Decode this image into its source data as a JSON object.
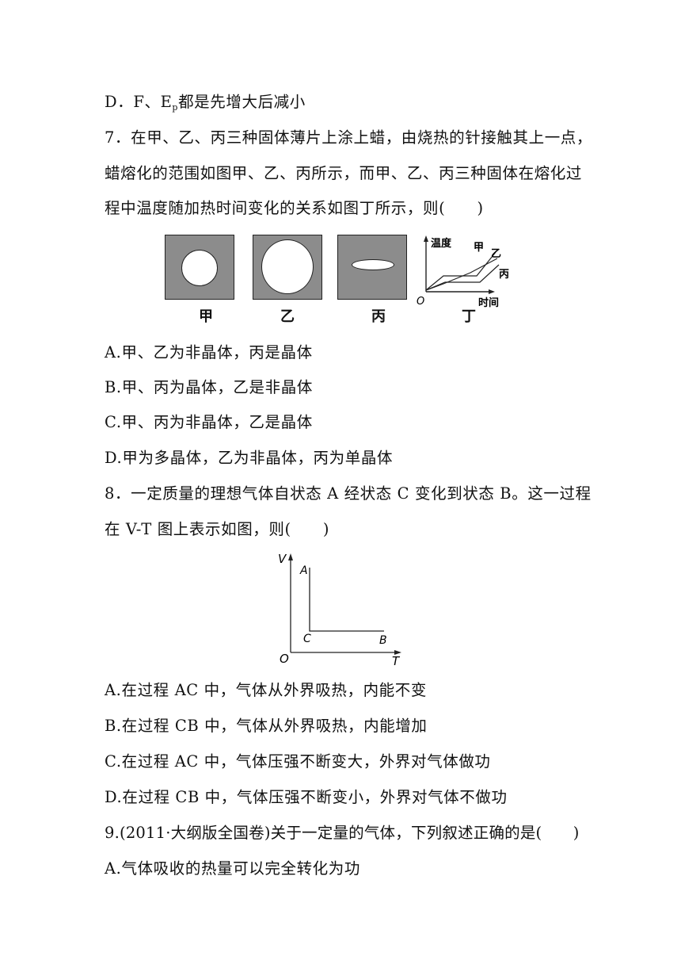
{
  "lines": {
    "d6_pre": "D．F、E",
    "d6_sub": "p",
    "d6_post": "都是先增大后减小",
    "q7_1": "7．在甲、乙、丙三种固体薄片上涂上蜡，由烧热的针接触其上一点，",
    "q7_2": "蜡熔化的范围如图甲、乙、丙所示，而甲、乙、丙三种固体在熔化过",
    "q7_3": "程中温度随加热时间变化的关系如图丁所示，则(　　)",
    "q7_a": "A.甲、乙为非晶体，丙是晶体",
    "q7_b": "B.甲、丙为晶体，乙是非晶体",
    "q7_c": "C.甲、丙为非晶体，乙是晶体",
    "q7_d": "D.甲为多晶体，乙为非晶体，丙为单晶体",
    "q8_1": "8．一定质量的理想气体自状态 A 经状态 C 变化到状态 B。这一过程",
    "q8_2": "在 V-T 图上表示如图，则(　　)",
    "q8_a": "A.在过程 AC 中，气体从外界吸热，内能不变",
    "q8_b": "B.在过程 CB 中，气体从外界吸热，内能增加",
    "q8_c": "C.在过程 AC 中，气体压强不断变大，外界对气体做功",
    "q8_d": "D.在过程 CB 中，气体压强不断变小，外界对气体不做功",
    "q9_1": "9.(2011·大纲版全国卷)关于一定量的气体，下列叙述正确的是(　　)",
    "q9_a": "A.气体吸收的热量可以完全转化为功"
  },
  "fig7": {
    "captions": [
      "甲",
      "乙",
      "丙",
      "丁"
    ],
    "ylabel": "温度",
    "xlabel": "时间",
    "origin": "O",
    "curve_labels": [
      "甲",
      "乙",
      "丙"
    ]
  },
  "fig8": {
    "ylabel": "V",
    "xlabel": "T",
    "origin": "O",
    "points": [
      "A",
      "C",
      "B"
    ]
  }
}
